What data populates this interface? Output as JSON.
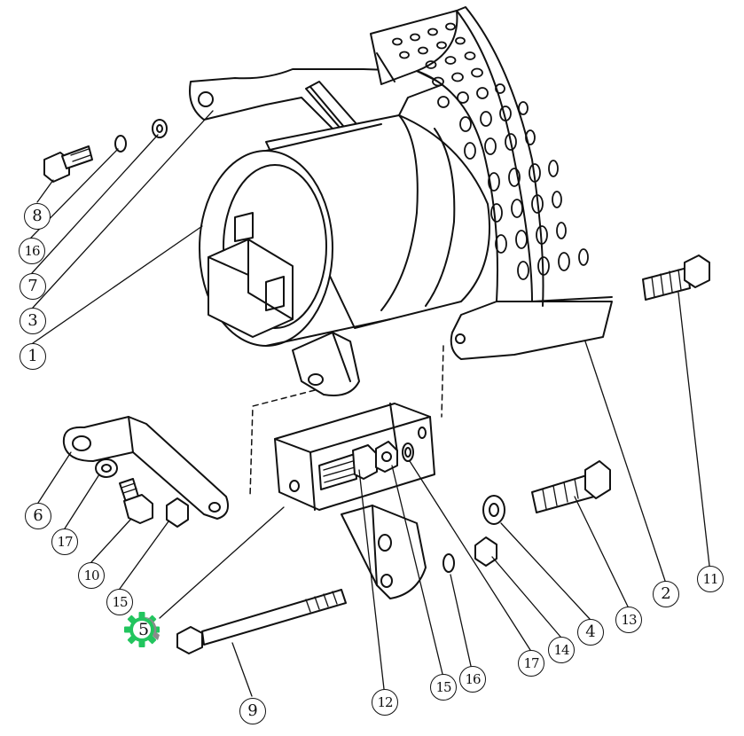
{
  "diagram": {
    "callouts": [
      {
        "id": "c8",
        "label": "8"
      },
      {
        "id": "c16a",
        "label": "16"
      },
      {
        "id": "c7",
        "label": "7"
      },
      {
        "id": "c3",
        "label": "3"
      },
      {
        "id": "c1",
        "label": "1"
      },
      {
        "id": "c6",
        "label": "6"
      },
      {
        "id": "c17a",
        "label": "17"
      },
      {
        "id": "c10",
        "label": "10"
      },
      {
        "id": "c15a",
        "label": "15"
      },
      {
        "id": "c5",
        "label": "5"
      },
      {
        "id": "c9",
        "label": "9"
      },
      {
        "id": "c12",
        "label": "12"
      },
      {
        "id": "c15b",
        "label": "15"
      },
      {
        "id": "c16b",
        "label": "16"
      },
      {
        "id": "c17b",
        "label": "17"
      },
      {
        "id": "c14",
        "label": "14"
      },
      {
        "id": "c4",
        "label": "4"
      },
      {
        "id": "c13",
        "label": "13"
      },
      {
        "id": "c2",
        "label": "2"
      },
      {
        "id": "c11",
        "label": "11"
      }
    ],
    "colors": {
      "ink": "#111111",
      "gear_green": "#22c55e",
      "gear_gray": "#8a8a8a"
    },
    "icons": {
      "gear": "gear-icon"
    }
  }
}
